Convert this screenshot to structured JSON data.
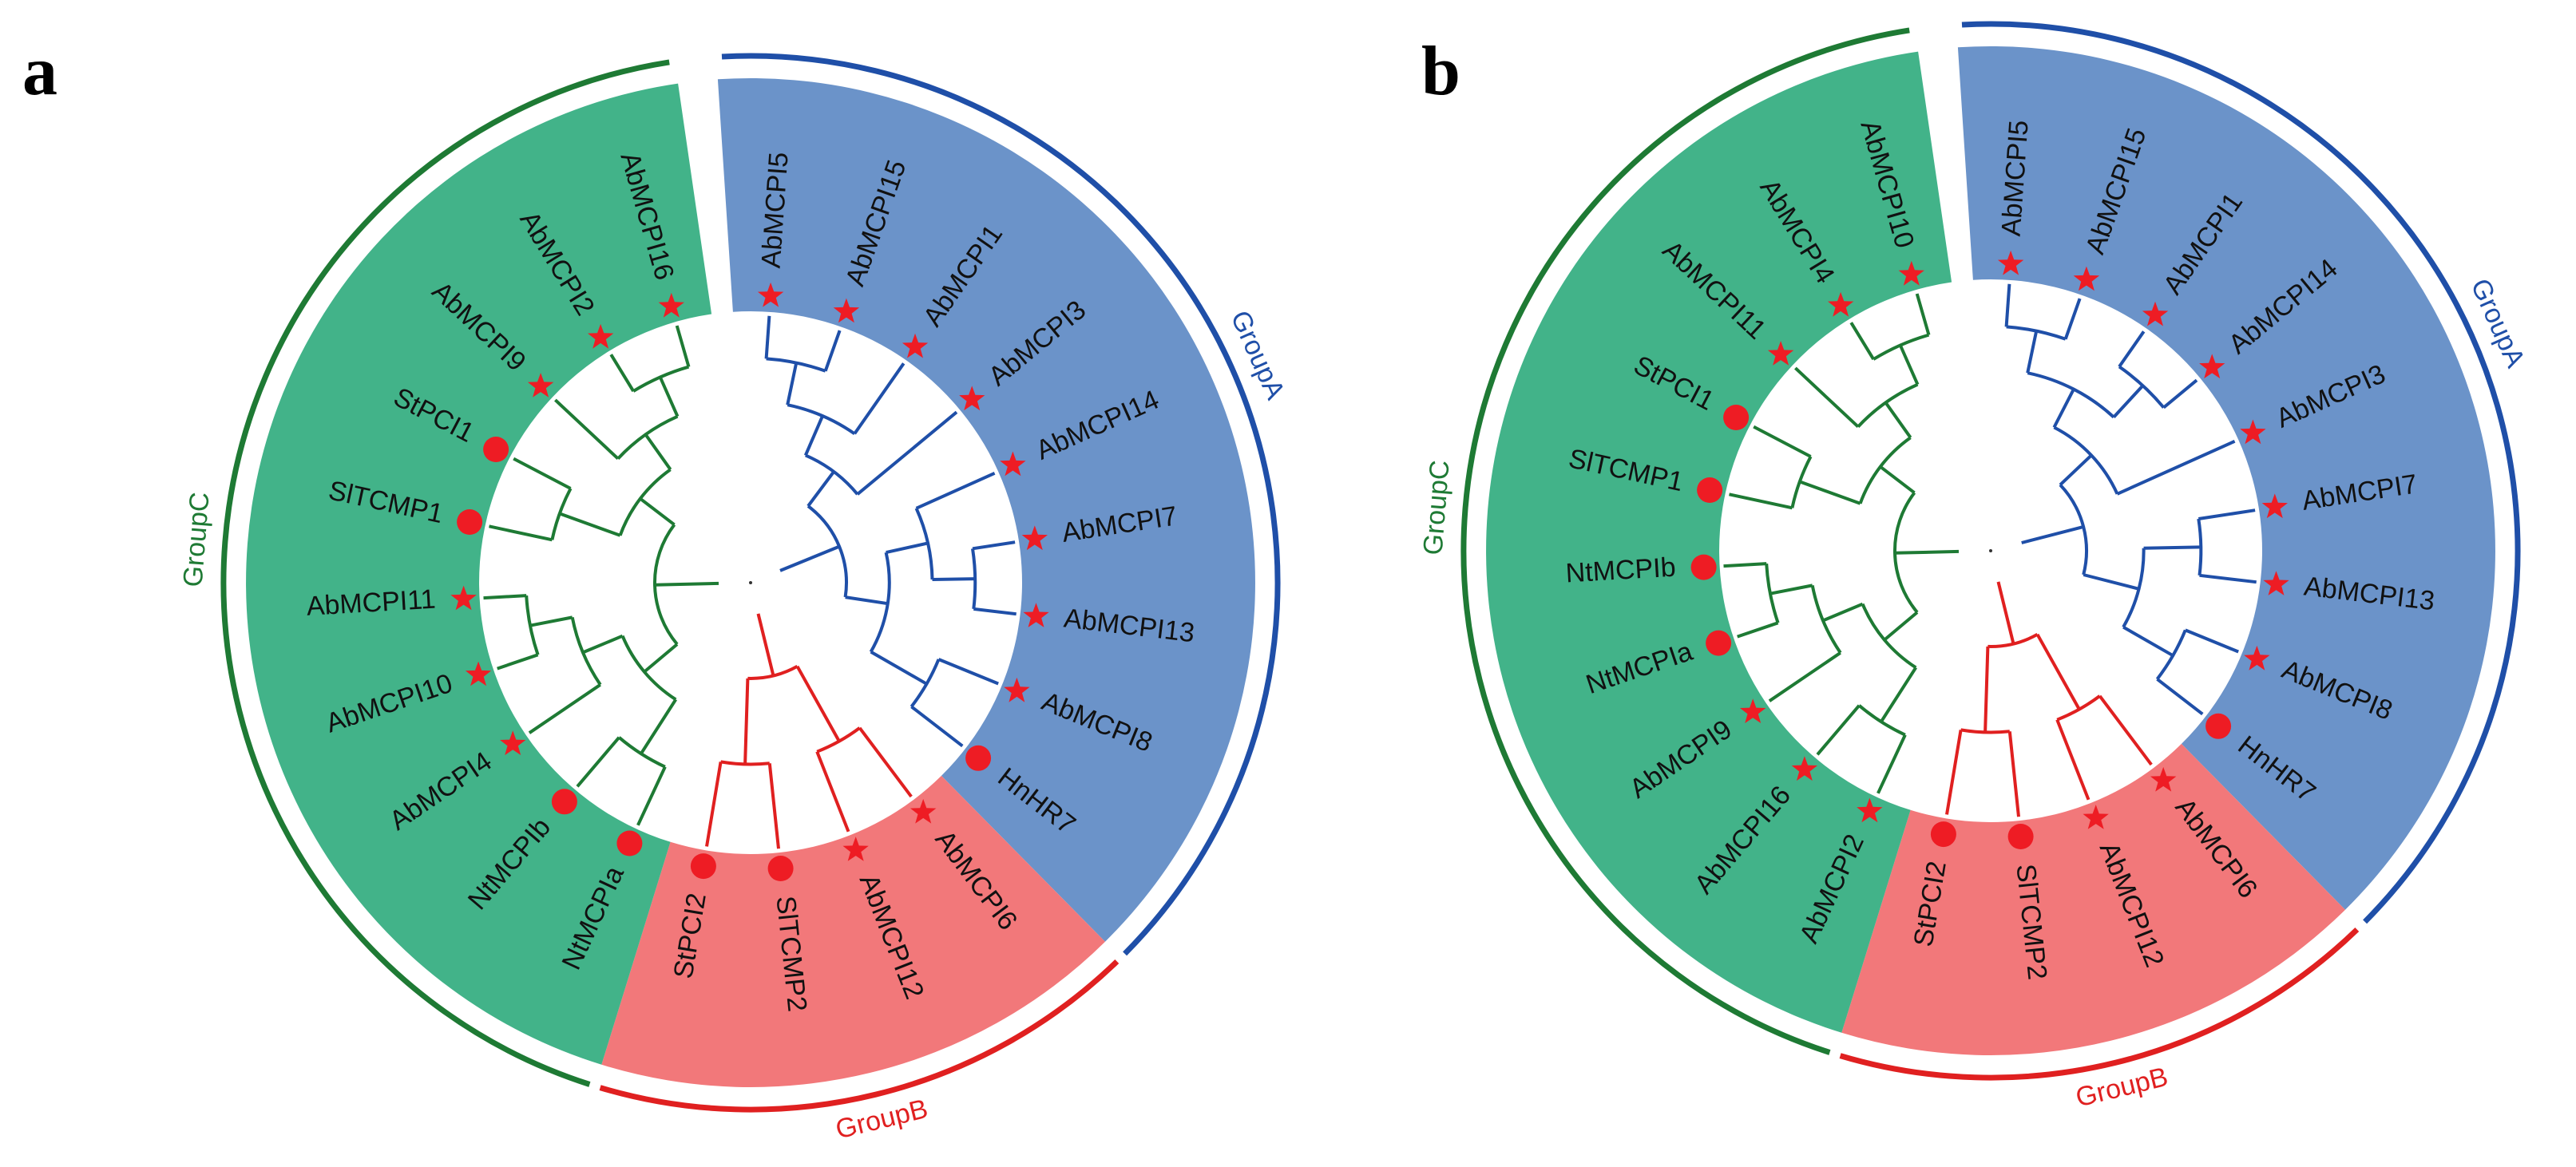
{
  "colors": {
    "A": {
      "fill": "#6b93c9",
      "line": "#1f4fa8"
    },
    "B": {
      "fill": "#f2787a",
      "line": "#e02020"
    },
    "C": {
      "fill": "#42b389",
      "line": "#1e7a34"
    },
    "star": "#ee1c24",
    "dot": "#ee1c24"
  },
  "panels": [
    {
      "letter": "a",
      "groups": [
        {
          "key": "A",
          "name": "GroupA"
        },
        {
          "key": "B",
          "name": "GroupB"
        },
        {
          "key": "C",
          "name": "GroupC"
        }
      ],
      "leaves": [
        {
          "label": "AbMCPI5",
          "group": "A",
          "marker": "star"
        },
        {
          "label": "AbMCPI15",
          "group": "A",
          "marker": "star"
        },
        {
          "label": "AbMCPI1",
          "group": "A",
          "marker": "star"
        },
        {
          "label": "AbMCPI3",
          "group": "A",
          "marker": "star"
        },
        {
          "label": "AbMCPI14",
          "group": "A",
          "marker": "star"
        },
        {
          "label": "AbMCPI7",
          "group": "A",
          "marker": "star"
        },
        {
          "label": "AbMCPI13",
          "group": "A",
          "marker": "star"
        },
        {
          "label": "AbMCPI8",
          "group": "A",
          "marker": "star"
        },
        {
          "label": "HnHR7",
          "group": "A",
          "marker": "dot"
        },
        {
          "label": "AbMCPI6",
          "group": "B",
          "marker": "star"
        },
        {
          "label": "AbMCPI12",
          "group": "B",
          "marker": "star"
        },
        {
          "label": "SlTCMP2",
          "group": "B",
          "marker": "dot"
        },
        {
          "label": "StPCI2",
          "group": "B",
          "marker": "dot"
        },
        {
          "label": "NtMCPIa",
          "group": "C",
          "marker": "dot"
        },
        {
          "label": "NtMCPIb",
          "group": "C",
          "marker": "dot"
        },
        {
          "label": "AbMCPI4",
          "group": "C",
          "marker": "star"
        },
        {
          "label": "AbMCPI10",
          "group": "C",
          "marker": "star"
        },
        {
          "label": "AbMCPI11",
          "group": "C",
          "marker": "star"
        },
        {
          "label": "SlTCMP1",
          "group": "C",
          "marker": "dot"
        },
        {
          "label": "StPCI1",
          "group": "C",
          "marker": "dot"
        },
        {
          "label": "AbMCPI9",
          "group": "C",
          "marker": "star"
        },
        {
          "label": "AbMCPI2",
          "group": "C",
          "marker": "star"
        },
        {
          "label": "AbMCPI16",
          "group": "C",
          "marker": "star"
        }
      ]
    },
    {
      "letter": "b",
      "groups": [
        {
          "key": "A",
          "name": "GroupA"
        },
        {
          "key": "B",
          "name": "GroupB"
        },
        {
          "key": "C",
          "name": "GroupC"
        }
      ],
      "leaves": [
        {
          "label": "AbMCPI5",
          "group": "A",
          "marker": "star"
        },
        {
          "label": "AbMCPI15",
          "group": "A",
          "marker": "star"
        },
        {
          "label": "AbMCPI1",
          "group": "A",
          "marker": "star"
        },
        {
          "label": "AbMCPI14",
          "group": "A",
          "marker": "star"
        },
        {
          "label": "AbMCPI3",
          "group": "A",
          "marker": "star"
        },
        {
          "label": "AbMCPI7",
          "group": "A",
          "marker": "star"
        },
        {
          "label": "AbMCPI13",
          "group": "A",
          "marker": "star"
        },
        {
          "label": "AbMCPI8",
          "group": "A",
          "marker": "star"
        },
        {
          "label": "HnHR7",
          "group": "A",
          "marker": "dot"
        },
        {
          "label": "AbMCPI6",
          "group": "B",
          "marker": "star"
        },
        {
          "label": "AbMCPI12",
          "group": "B",
          "marker": "star"
        },
        {
          "label": "SlTCMP2",
          "group": "B",
          "marker": "dot"
        },
        {
          "label": "StPCI2",
          "group": "B",
          "marker": "dot"
        },
        {
          "label": "AbMCPI2",
          "group": "C",
          "marker": "star"
        },
        {
          "label": "AbMCPI16",
          "group": "C",
          "marker": "star"
        },
        {
          "label": "AbMCPI9",
          "group": "C",
          "marker": "star"
        },
        {
          "label": "NtMCPIa",
          "group": "C",
          "marker": "dot"
        },
        {
          "label": "NtMCPIb",
          "group": "C",
          "marker": "dot"
        },
        {
          "label": "SlTCMP1",
          "group": "C",
          "marker": "dot"
        },
        {
          "label": "StPCI1",
          "group": "C",
          "marker": "dot"
        },
        {
          "label": "AbMCPI11",
          "group": "C",
          "marker": "star"
        },
        {
          "label": "AbMCPI4",
          "group": "C",
          "marker": "star"
        },
        {
          "label": "AbMCPI10",
          "group": "C",
          "marker": "star"
        }
      ]
    }
  ]
}
